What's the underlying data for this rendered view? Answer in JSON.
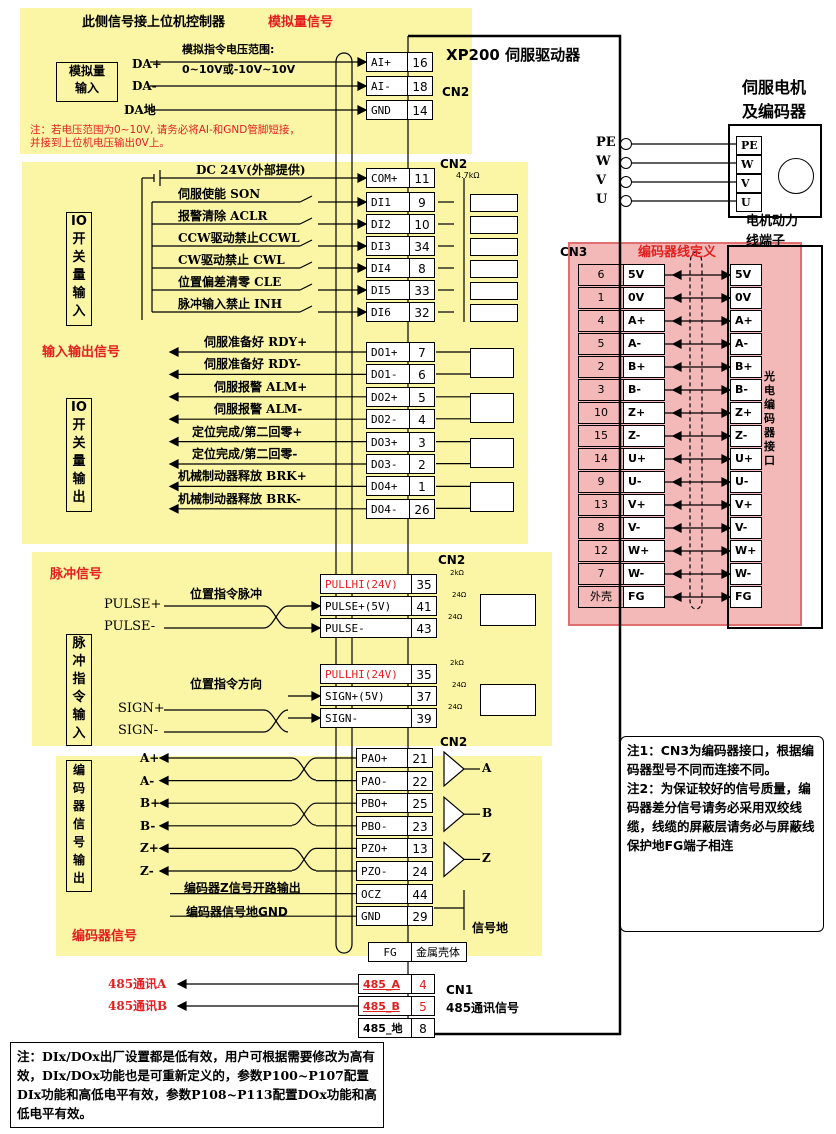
{
  "analog": {
    "title": "此侧信号接上位机控制器",
    "title_red": "模拟量信号",
    "box_label": "模拟量\n输入",
    "signals": [
      "DA+",
      "DA-",
      "DA地"
    ],
    "range_line1": "模拟指令电压范围:",
    "range_line2": "0~10V或-10V~10V",
    "note": "注：若电压范围为0~10V, 请务必将AI-和GND管脚短接，\n并接到上位机电压输出0V上。",
    "pins": [
      {
        "name": "AI+",
        "num": "16"
      },
      {
        "name": "AI-",
        "num": "18"
      },
      {
        "name": "GND",
        "num": "14"
      }
    ],
    "connector": "CN2"
  },
  "driver_title": "XP200 伺服驱动器",
  "io": {
    "connector": "CN2",
    "resistor": "4.7kΩ",
    "dc24": "DC 24V(外部提供)",
    "com_pin": {
      "name": "COM+",
      "num": "11"
    },
    "in_box": "IO\n开\n关\n量\n输\n入",
    "out_box": "IO\n开\n关\n量\n输\n出",
    "section_label": "输入输出信号",
    "inputs": [
      {
        "label": "伺服使能  SON",
        "pin": "DI1",
        "num": "9"
      },
      {
        "label": "报警清除  ACLR",
        "pin": "DI2",
        "num": "10"
      },
      {
        "label": "CCW驱动禁止CCWL",
        "pin": "DI3",
        "num": "34"
      },
      {
        "label": "CW驱动禁止  CWL",
        "pin": "DI4",
        "num": "8"
      },
      {
        "label": "位置偏差清零 CLE",
        "pin": "DI5",
        "num": "33"
      },
      {
        "label": "脉冲输入禁止 INH",
        "pin": "DI6",
        "num": "32"
      }
    ],
    "outputs": [
      {
        "label": "伺服准备好  RDY+",
        "pin": "DO1+",
        "num": "7"
      },
      {
        "label": "伺服准备好  RDY-",
        "pin": "DO1-",
        "num": "6"
      },
      {
        "label": "伺服报警  ALM+",
        "pin": "DO2+",
        "num": "5"
      },
      {
        "label": "伺服报警  ALM-",
        "pin": "DO2-",
        "num": "4"
      },
      {
        "label": "定位完成/第二回零+",
        "pin": "DO3+",
        "num": "3"
      },
      {
        "label": "定位完成/第二回零-",
        "pin": "DO3-",
        "num": "2"
      },
      {
        "label": "机械制动器释放 BRK+",
        "pin": "DO4+",
        "num": "1"
      },
      {
        "label": "机械制动器释放 BRK-",
        "pin": "DO4-",
        "num": "26"
      }
    ]
  },
  "pulse": {
    "section_label": "脉冲信号",
    "connector": "CN2",
    "box": "脉\n冲\n指\n令\n输\n入",
    "r2k": "2kΩ",
    "r24": "24Ω",
    "groups": [
      {
        "caption": "位置指令脉冲",
        "plus": "PULSE+",
        "minus": "PULSE-",
        "pins": [
          {
            "name": "PULLHI(24V)",
            "num": "35"
          },
          {
            "name": "PULSE+(5V)",
            "num": "41"
          },
          {
            "name": "PULSE-",
            "num": "43"
          }
        ]
      },
      {
        "caption": "位置指令方向",
        "plus": "SIGN+",
        "minus": "SIGN-",
        "pins": [
          {
            "name": "PULLHI(24V)",
            "num": "35"
          },
          {
            "name": "SIGN+(5V)",
            "num": "37"
          },
          {
            "name": "SIGN-",
            "num": "39"
          }
        ]
      }
    ]
  },
  "encoder_out": {
    "connector": "CN2",
    "box": "编\n码\n器\n信\n号\n输\n出",
    "section_label": "编码器信号",
    "signals": [
      "A+",
      "A-",
      "B+",
      "B-",
      "Z+",
      "Z-"
    ],
    "channels": [
      "A",
      "B",
      "Z"
    ],
    "pins": [
      {
        "name": "PAO+",
        "num": "21"
      },
      {
        "name": "PAO-",
        "num": "22"
      },
      {
        "name": "PBO+",
        "num": "25"
      },
      {
        "name": "PBO-",
        "num": "23"
      },
      {
        "name": "PZO+",
        "num": "13"
      },
      {
        "name": "PZO-",
        "num": "24"
      },
      {
        "name": "OCZ",
        "num": "44"
      },
      {
        "name": "GND",
        "num": "29"
      }
    ],
    "ocz_label": "编码器Z信号开路输出",
    "gnd_label": "编码器信号地GND",
    "sig_ground": "信号地",
    "fg_pin": "FG",
    "fg_label": "金属壳体"
  },
  "rs485": {
    "connector": "CN1",
    "caption": "485通讯信号",
    "pins": [
      {
        "name": "485_A",
        "num": "4",
        "label": "485通讯A"
      },
      {
        "name": "485_B",
        "num": "5",
        "label": "485通讯B"
      },
      {
        "name": "485_地",
        "num": "8",
        "label": ""
      }
    ]
  },
  "motor": {
    "title": "伺服电机\n及编码器",
    "terminals": [
      "PE",
      "W",
      "V",
      "U"
    ],
    "caption": "电机动力\n线端子"
  },
  "encoder_cn3": {
    "connector": "CN3",
    "title": "编码器线定义",
    "side_label": "光\n电\n编\n码\n器\n接\n口",
    "rows": [
      {
        "num": "6",
        "sig": "5V"
      },
      {
        "num": "1",
        "sig": "0V"
      },
      {
        "num": "4",
        "sig": "A+"
      },
      {
        "num": "5",
        "sig": "A-"
      },
      {
        "num": "2",
        "sig": "B+"
      },
      {
        "num": "3",
        "sig": "B-"
      },
      {
        "num": "10",
        "sig": "Z+"
      },
      {
        "num": "15",
        "sig": "Z-"
      },
      {
        "num": "14",
        "sig": "U+"
      },
      {
        "num": "9",
        "sig": "U-"
      },
      {
        "num": "13",
        "sig": "V+"
      },
      {
        "num": "8",
        "sig": "V-"
      },
      {
        "num": "12",
        "sig": "W+"
      },
      {
        "num": "7",
        "sig": "W-"
      },
      {
        "num": "外壳",
        "sig": "FG"
      }
    ]
  },
  "note_right": "注1：CN3为编码器接口，根据编码器型号不同而连接不同。\n注2：为保证较好的信号质量，编码器差分信号请务必采用双绞线缆，线缆的屏蔽层请务必与屏蔽线保护地FG端子相连",
  "note_bottom": "注：DIx/DOx出厂设置都是低有效，用户可根据需要修改为高有效，DIx/DOx功能也是可重新定义的，参数P100~P107配置DIx功能和高低电平有效，参数P108~P113配置DOx功能和高低电平有效。",
  "colors": {
    "zone": "#fbf6a6",
    "red_zone": "#f3b8b8",
    "accent_red": "#e31f1f"
  }
}
